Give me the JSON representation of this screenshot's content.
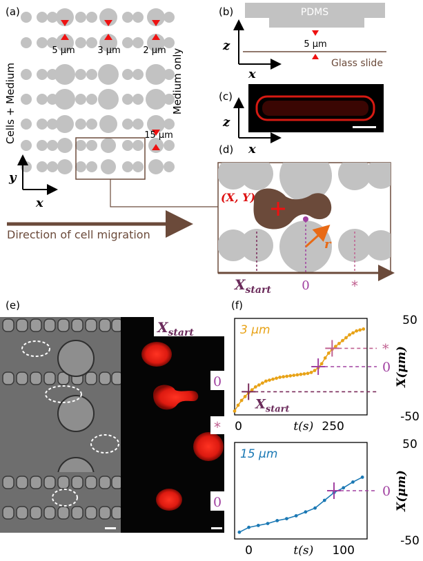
{
  "panel_labels": {
    "a": "(a)",
    "b": "(b)",
    "c": "(c)",
    "d": "(d)",
    "e": "(e)",
    "f": "(f)"
  },
  "panel_a": {
    "left_label": "Cells + Medium",
    "right_label": "Medium only",
    "gap_labels": [
      "5 μm",
      "3 μm",
      "2 μm",
      "15 μm"
    ],
    "axis_y": "y",
    "axis_x": "x",
    "direction_label": "Direction of cell migration"
  },
  "panel_b": {
    "top_label": "PDMS",
    "gap_label": "5 μm",
    "bottom_label": "Glass slide",
    "axis_z": "z",
    "axis_x": "x"
  },
  "panel_c": {
    "axis_z": "z",
    "axis_x": "x"
  },
  "panel_d": {
    "point_label": "(X, Y)",
    "radius_label": "r",
    "x_start": "X",
    "x_start_sub": "start",
    "zero_label": "0",
    "star_label": "*"
  },
  "panel_e": {
    "badges": [
      {
        "text": "X",
        "sub": "start"
      },
      {
        "text": "0"
      },
      {
        "text": "*"
      },
      {
        "text": "0"
      }
    ]
  },
  "chart_data": [
    {
      "type": "line",
      "title": "3 μm",
      "xlabel": "t(s)",
      "ylabel": "X(μm)",
      "xticks": [
        0,
        250
      ],
      "yticks": [
        50,
        -50
      ],
      "color": "#e8a318",
      "series": [
        {
          "values": [
            -46,
            -40,
            -35,
            -31,
            -27,
            -24,
            -21,
            -19,
            -17,
            -15,
            -14,
            -13,
            -12,
            -11,
            -10.5,
            -10,
            -9.5,
            -9,
            -8.5,
            -8,
            -7.5,
            -7,
            -6,
            -4,
            -1,
            3,
            9,
            14,
            18,
            21,
            24,
            27,
            30,
            33,
            35,
            37,
            38,
            39
          ]
        }
      ],
      "markers": {
        "start": {
          "label": "X",
          "sub": "start",
          "value": -26
        },
        "zero": {
          "label": "0",
          "value": 0
        },
        "star": {
          "label": "*",
          "value": 19
        }
      }
    },
    {
      "type": "line",
      "title": "15 μm",
      "xlabel": "t(s)",
      "ylabel": "X(μm)",
      "xticks": [
        0,
        100
      ],
      "yticks": [
        50,
        -50
      ],
      "color": "#1a78b4",
      "series": [
        {
          "x": [
            -10,
            0,
            10,
            20,
            30,
            40,
            50,
            60,
            70,
            80,
            90,
            100,
            110,
            120
          ],
          "values": [
            -43,
            -38,
            -36,
            -34,
            -31,
            -29,
            -26,
            -22,
            -18,
            -10,
            -2,
            3,
            9,
            14
          ]
        }
      ],
      "markers": {
        "zero": {
          "label": "0",
          "value": 0
        }
      }
    }
  ]
}
